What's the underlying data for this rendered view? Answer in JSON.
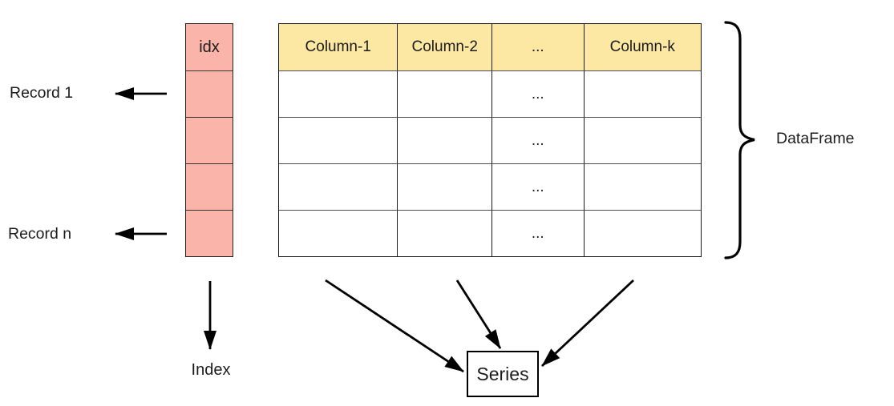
{
  "colors": {
    "index_fill": "#FBB4AA",
    "header_fill": "#FCE8A3",
    "line": "#000000"
  },
  "index_column": {
    "header": "idx",
    "cells": [
      "",
      "",
      "",
      ""
    ]
  },
  "table": {
    "headers": [
      "Column-1",
      "Column-2",
      "...",
      "Column-k"
    ],
    "rows": [
      [
        "",
        "",
        "...",
        ""
      ],
      [
        "",
        "",
        "...",
        ""
      ],
      [
        "",
        "",
        "...",
        ""
      ],
      [
        "",
        "",
        "...",
        ""
      ]
    ]
  },
  "labels": {
    "record_first": "Record 1",
    "record_last": "Record n",
    "dataframe": "DataFrame",
    "index": "Index",
    "series": "Series"
  }
}
